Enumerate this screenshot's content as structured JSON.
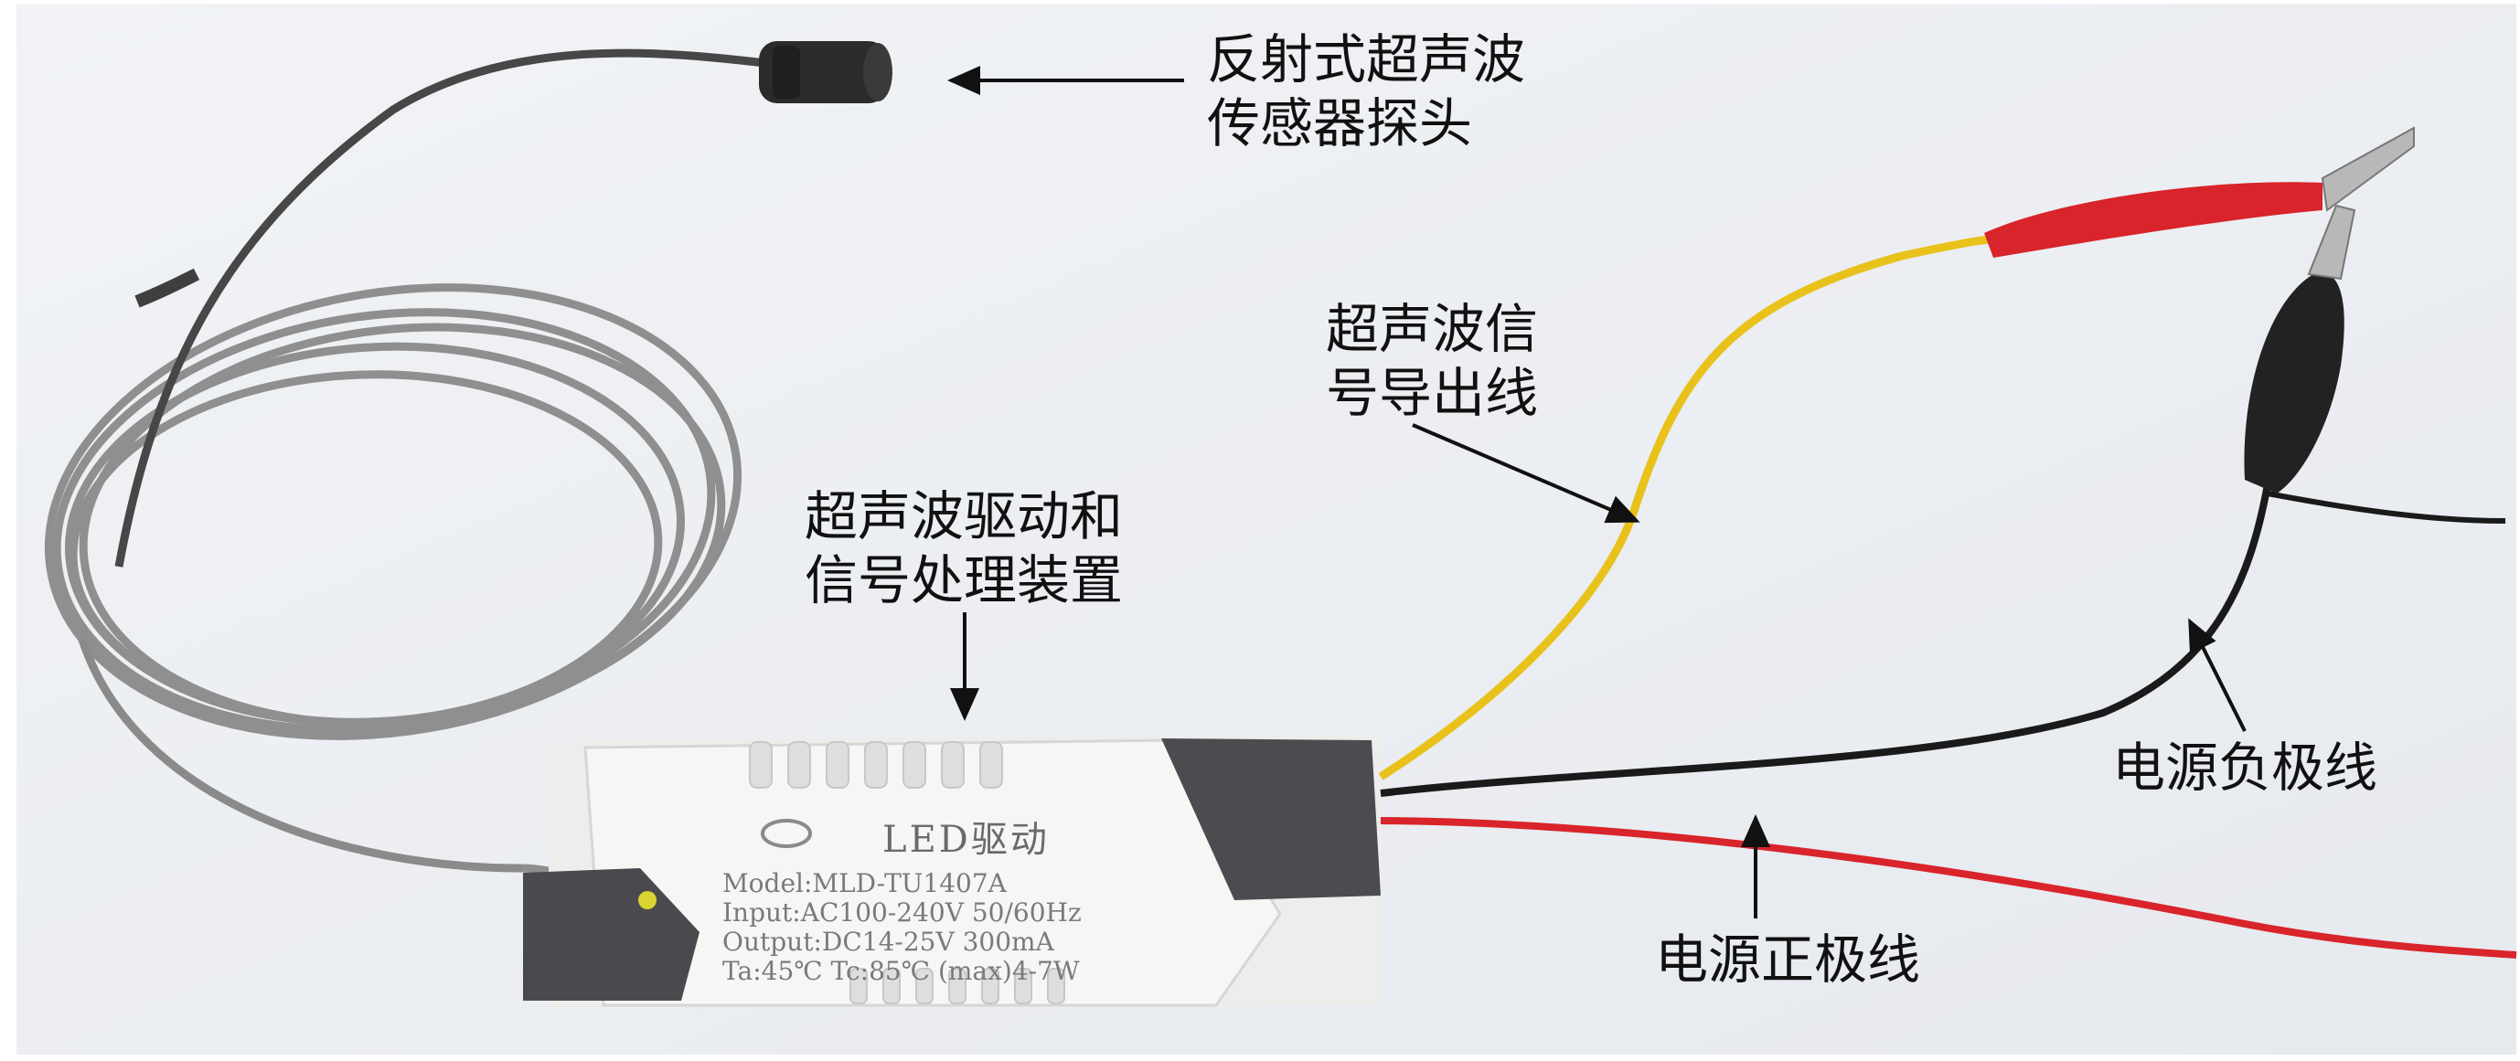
{
  "labels": {
    "probe": [
      "反射式超声波",
      "传感器探头"
    ],
    "signal_wire": [
      "超声波信",
      "号导出线"
    ],
    "driver": [
      "超声波驱动和",
      "信号处理装置"
    ],
    "negative": "电源负极线",
    "positive": "电源正极线"
  },
  "device": {
    "brand_text": "LED驱动",
    "model": "Model:MLD-TU1407A",
    "input": "Input:AC100-240V 50/60Hz",
    "output": "Output:DC14-25V 300mA",
    "rating": "Ta:45℃ Tc:85℃ (max)4-7W"
  },
  "colors": {
    "background": "#ffffff",
    "photo_bg": "#eef0f3",
    "cable_grey": "#8e8e8e",
    "wire_yellow": "#e8c21a",
    "wire_red": "#d8242a",
    "wire_black": "#1a1a1a",
    "housing_white": "#f4f4f2",
    "housing_dark": "#4a4a4e",
    "led_yellow": "#d9d431"
  }
}
